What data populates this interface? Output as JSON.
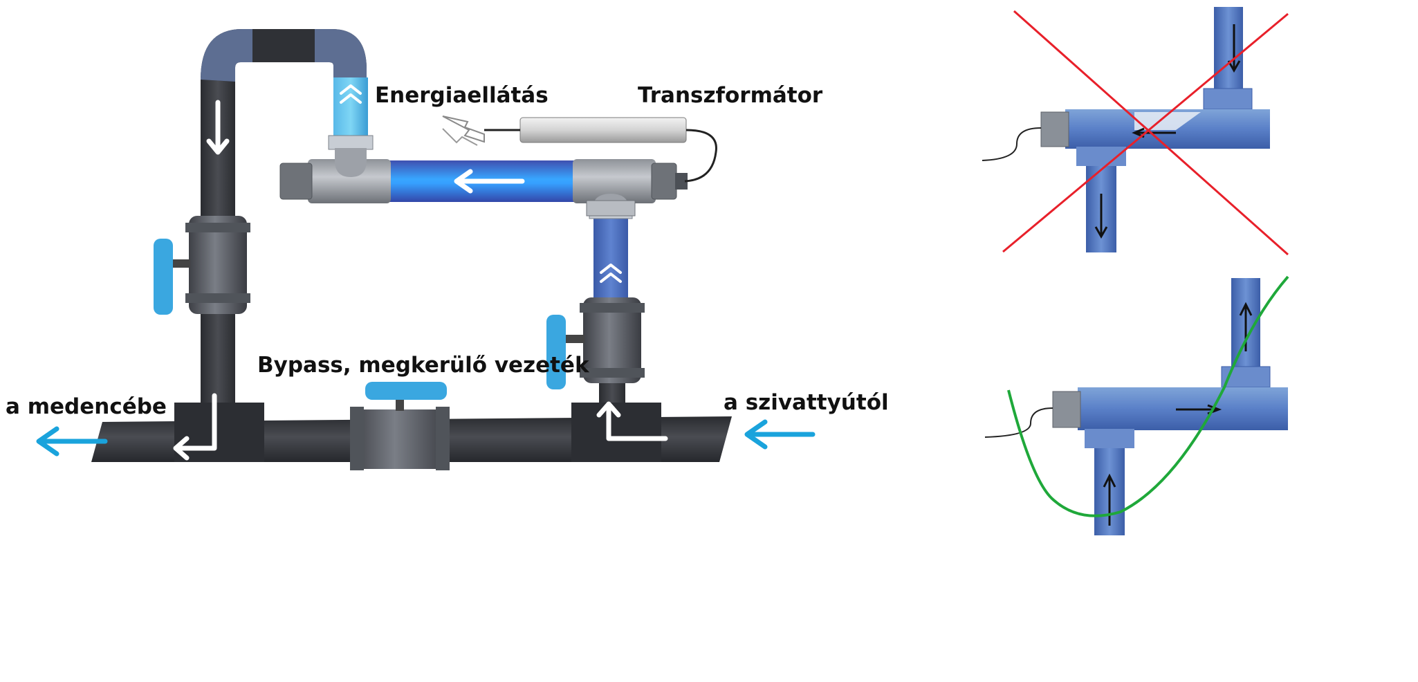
{
  "labels": {
    "energy": "Energiaellátás",
    "transformer": "Transzformátor",
    "bypass": "Bypass, megkerülő vezeték",
    "to_pool": "a medencébe",
    "from_pump": "a szivattyútól"
  },
  "colors": {
    "pipe_dark": "#3c3e42",
    "pipe_blue": "#4a72c0",
    "uv_glow": "#2f8ff0",
    "handle_blue": "#3aa7e0",
    "flow_arrow_cyan": "#1aa3dc",
    "cross_red": "#e8202a",
    "curve_green": "#1fa83a",
    "valve_grey": "#5c6068"
  }
}
